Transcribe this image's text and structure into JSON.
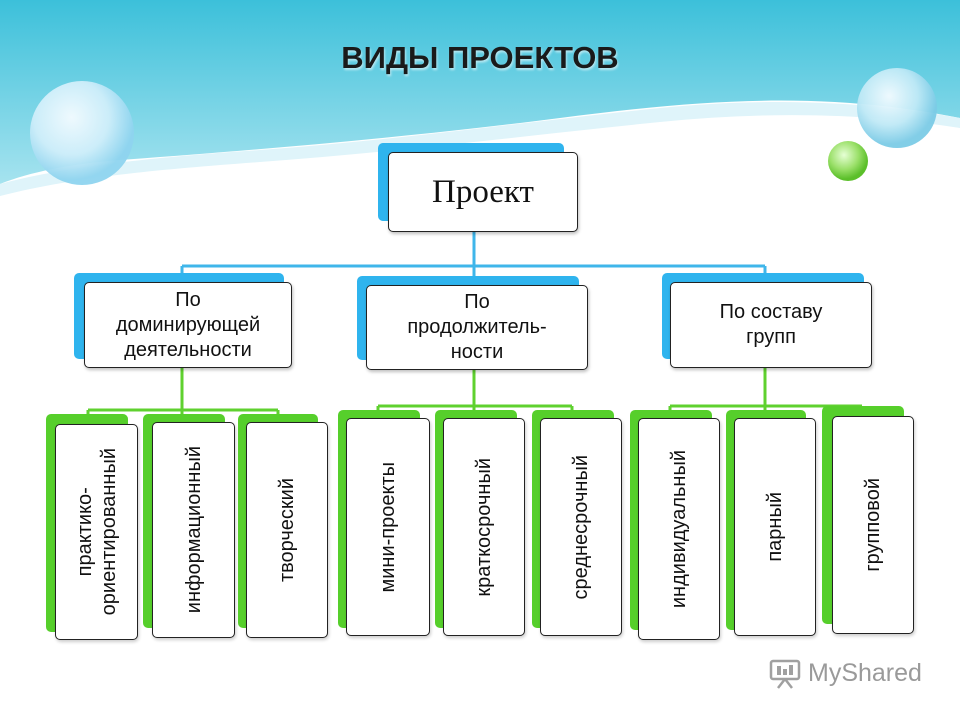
{
  "title": "ВИДЫ ПРОЕКТОВ",
  "root": "Проект",
  "groups": [
    {
      "label": "По доминирующей деятельности",
      "lines": [
        "По",
        "доминирующей",
        "деятельности"
      ],
      "items": [
        "практико-ориентированный",
        "информационный",
        "творческий"
      ]
    },
    {
      "label": "По продолжительности",
      "lines": [
        "По",
        "продолжитель-",
        "ности"
      ],
      "items": [
        "мини-проекты",
        "краткосрочный",
        "среднесрочный"
      ]
    },
    {
      "label": "По составу групп",
      "lines": [
        "По составу",
        "групп"
      ],
      "items": [
        "индивидуальный",
        "парный",
        "групповой"
      ]
    }
  ],
  "leaf_lines": {
    "practical": [
      "практико-",
      "ориентированный"
    ]
  },
  "watermark": "MyShared",
  "colors": {
    "blue_accent": "#2fb4ee",
    "green_accent": "#56cf2b",
    "connector_blue": "#3fb6ea",
    "connector_green": "#5fd12f"
  }
}
